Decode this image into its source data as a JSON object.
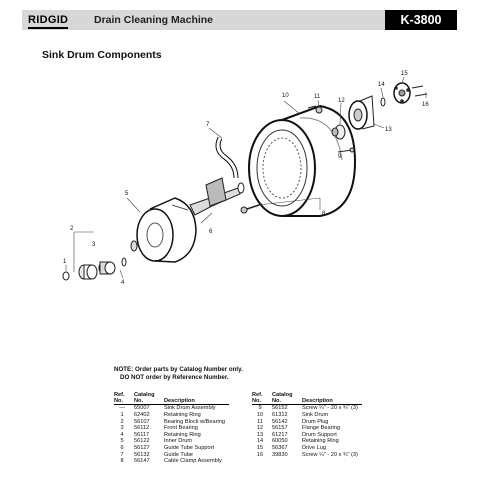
{
  "header": {
    "brand": "RIDGID",
    "title": "Drain Cleaning Machine",
    "model": "K-3800"
  },
  "section_title": "Sink Drum Components",
  "callouts": [
    "1",
    "2",
    "3",
    "4",
    "5",
    "6",
    "7",
    "8",
    "9",
    "10",
    "11",
    "12",
    "13",
    "14",
    "15",
    "16"
  ],
  "note": {
    "line1": "NOTE: Order parts by Catalog Number only.",
    "line2": "DO NOT order by Reference Number."
  },
  "table_headers": {
    "ref": "Ref. No.",
    "catalog": "Catalog No.",
    "description": "Description"
  },
  "parts_left": [
    {
      "ref": "—",
      "catalog": "55007",
      "description": "Sink Drum Assembly"
    },
    {
      "ref": "1",
      "catalog": "62402",
      "description": "Retaining Ring"
    },
    {
      "ref": "2",
      "catalog": "56107",
      "description": "Bearing Block w/Bearing"
    },
    {
      "ref": "3",
      "catalog": "56112",
      "description": "Front Bearing"
    },
    {
      "ref": "4",
      "catalog": "56117",
      "description": "Retaining Ring"
    },
    {
      "ref": "5",
      "catalog": "56122",
      "description": "Inner Drum"
    },
    {
      "ref": "6",
      "catalog": "56127",
      "description": "Guide Tube Support"
    },
    {
      "ref": "7",
      "catalog": "56132",
      "description": "Guide Tube"
    },
    {
      "ref": "8",
      "catalog": "56147",
      "description": "Cable Clamp Assembly"
    }
  ],
  "parts_right": [
    {
      "ref": "9",
      "catalog": "56152",
      "description": "Screw ¼\" - 20 x ¾\" (3)"
    },
    {
      "ref": "10",
      "catalog": "61312",
      "description": "Sink Drum"
    },
    {
      "ref": "11",
      "catalog": "56142",
      "description": "Drum Plug"
    },
    {
      "ref": "12",
      "catalog": "56157",
      "description": "Flange Bearing"
    },
    {
      "ref": "13",
      "catalog": "61217",
      "description": "Drum Support"
    },
    {
      "ref": "14",
      "catalog": "60050",
      "description": "Retaining Ring"
    },
    {
      "ref": "15",
      "catalog": "56367",
      "description": "Drive Lug"
    },
    {
      "ref": "16",
      "catalog": "39830",
      "description": "Screw ¼\" - 20 x ¾\" (3)"
    }
  ]
}
